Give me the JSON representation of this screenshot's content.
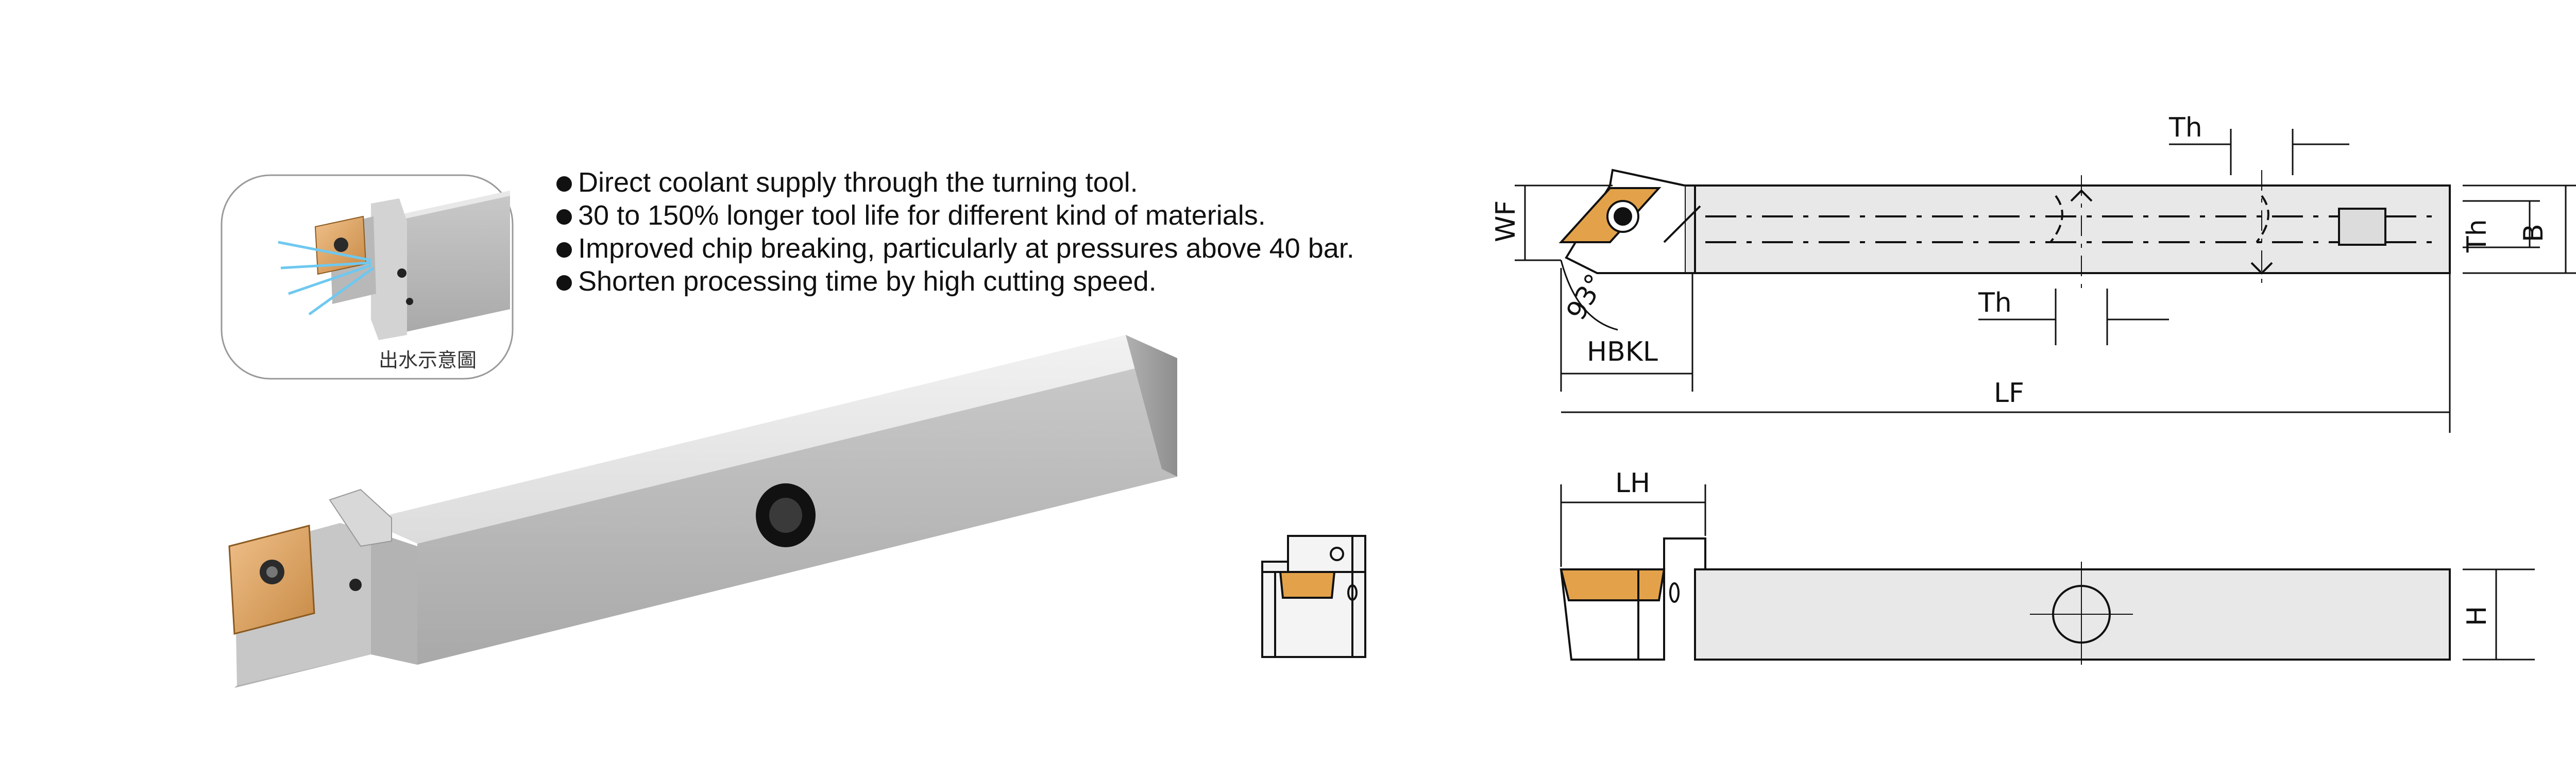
{
  "features": [
    "Direct coolant supply through the turning tool.",
    "30 to 150% longer tool life for different kind of materials.",
    "Improved chip breaking, particularly at pressures above 40 bar.",
    "Shorten processing time by high cutting speed."
  ],
  "inset_caption": "出水示意圖",
  "dimensions": {
    "th_top": "Th",
    "th_bottom": "Th",
    "th_right": "Th",
    "wf": "WF",
    "b": "B",
    "hbkl": "HBKL",
    "angle": "93°",
    "lf": "LF",
    "lh": "LH",
    "h": "H"
  },
  "colors": {
    "insert": "#e3a24a",
    "body_light": "#e6e6e6",
    "body_dark": "#b5b5b5",
    "coolant": "#6ec8f0",
    "line": "#111111"
  }
}
